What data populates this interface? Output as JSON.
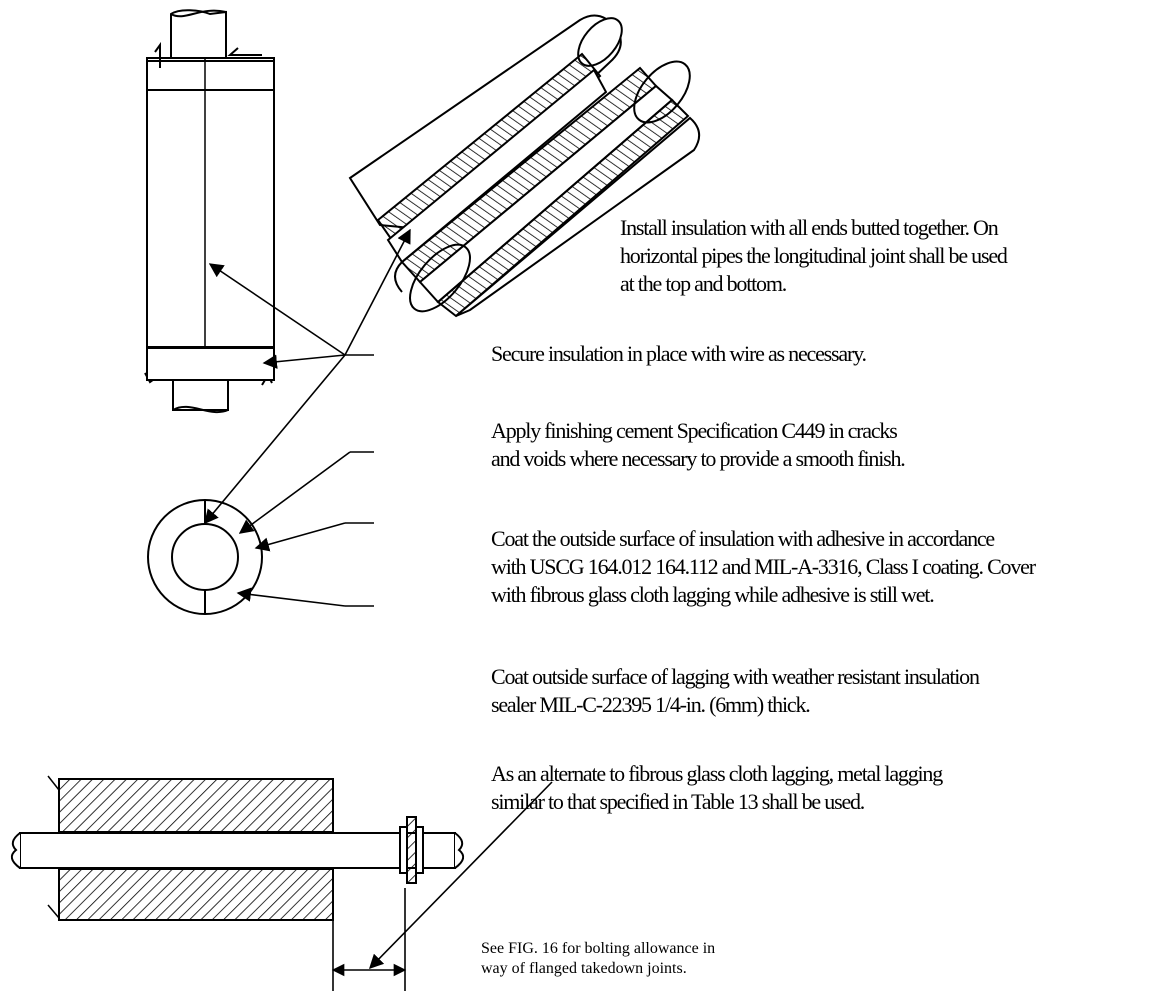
{
  "notes": {
    "install": {
      "lines": [
        "Install insulation with all ends butted  together. On",
        " horizontal pipes the longitudinal joint shall be used",
        "at the top and bottom."
      ]
    },
    "secure": "Secure insulation in place with wire as necessary.",
    "finishing_cement": {
      "lines": [
        "Apply finishing cement Specification C449 in cracks",
        "and voids where necessary to provide a smooth finish."
      ]
    },
    "coat_adhesive": {
      "lines": [
        "Coat the outside surface of insulation with adhesive in accordance",
        "with USCG 164.012 164.112 and MIL-A-3316, Class I coating.  Cover",
        "with fibrous glass cloth lagging while adhesive is still wet."
      ]
    },
    "coat_sealer": {
      "lines": [
        "Coat outside surface of lagging with weather resistant insulation",
        "sealer MIL-C-22395 1/4-in. (6mm) thick."
      ]
    },
    "metal_lagging": {
      "lines": [
        "As an alternate to fibrous glass cloth lagging, metal lagging",
        "similar to that specified in Table 13 shall  be used."
      ]
    },
    "bolting": {
      "lines": [
        "See FIG. 16 for bolting allowance in",
        "way of flanged takedown joints."
      ]
    }
  }
}
